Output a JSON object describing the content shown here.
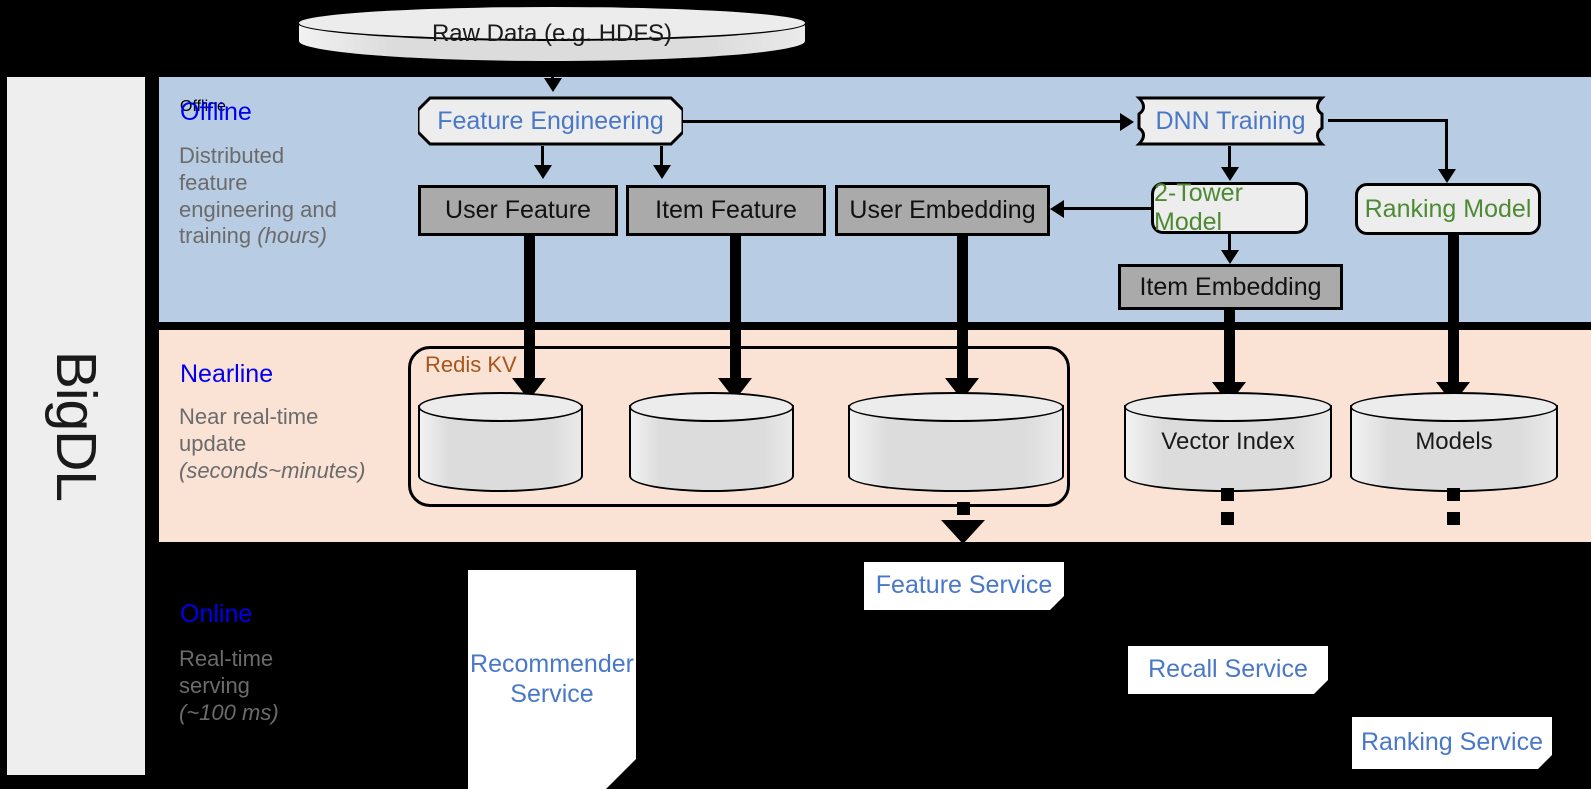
{
  "framework": {
    "name": "BigDL"
  },
  "bands": [
    {
      "id": "offline",
      "title": "Offline",
      "description_line1": "Distributed",
      "description_line2": "feature",
      "description_line3": "engineering and",
      "description_line4": "training ",
      "description_italic": "(hours)",
      "bg_color": "#b8cce4"
    },
    {
      "id": "nearline",
      "title": "Nearline",
      "description_line1": "Near real-time",
      "description_line2": "update",
      "description_italic": "(seconds~minutes)",
      "bg_color": "#fae3d5"
    },
    {
      "id": "online",
      "title": "Online",
      "description_line1": "Real-time",
      "description_line2": "serving",
      "description_italic": "(~100 ms)",
      "bg_color": "#000000"
    }
  ],
  "nodes": {
    "raw_data": {
      "label": "Raw Data (e.g. HDFS)",
      "shape": "cylinder"
    },
    "feature_engineering": {
      "label": "Feature Engineering",
      "shape": "flag",
      "color": "#4a78c8"
    },
    "dnn_training": {
      "label": "DNN Training",
      "shape": "bracket",
      "color": "#4a78c8"
    },
    "user_feature": {
      "label": "User Feature",
      "shape": "rect",
      "color": "#111111"
    },
    "item_feature": {
      "label": "Item Feature",
      "shape": "rect",
      "color": "#111111"
    },
    "user_embedding": {
      "label": "User Embedding",
      "shape": "rect",
      "color": "#111111"
    },
    "two_tower_model": {
      "label": "2-Tower Model",
      "shape": "rounded",
      "color": "#4e8a34"
    },
    "ranking_model": {
      "label": "Ranking Model",
      "shape": "rounded",
      "color": "#4e8a34"
    },
    "item_embedding": {
      "label": "Item Embedding",
      "shape": "rect",
      "color": "#111111"
    },
    "redis_kv": {
      "label": "Redis KV",
      "shape": "rounded-container",
      "color": "#a8551c"
    },
    "store_user_feature": {
      "label": "",
      "shape": "cylinder"
    },
    "store_item_feature": {
      "label": "",
      "shape": "cylinder"
    },
    "store_user_embedding": {
      "label": "",
      "shape": "cylinder"
    },
    "vector_index": {
      "label": "Vector Index",
      "shape": "cylinder",
      "color": "#a8551c"
    },
    "models": {
      "label": "Models",
      "shape": "cylinder",
      "color": "#a8551c"
    },
    "recommender_service": {
      "label_line1": "Recommender",
      "label_line2": "Service",
      "shape": "document",
      "color": "#4a78c8"
    },
    "feature_service": {
      "label": "Feature Service",
      "shape": "document",
      "color": "#4a78c8"
    },
    "recall_service": {
      "label": "Recall Service",
      "shape": "document",
      "color": "#4a78c8"
    },
    "ranking_service": {
      "label": "Ranking Service",
      "shape": "document",
      "color": "#4a78c8"
    }
  },
  "colors": {
    "offline_bg": "#b8cce4",
    "nearline_bg": "#fae3d5",
    "online_bg": "#000000",
    "sidebar_bg": "#eeeeee",
    "band_title": "#0000ee",
    "band_sub": "#6b6b6b",
    "gray_box": "#aaaaaa",
    "light_box": "#ededed",
    "blue_text": "#4a78c8",
    "green_text": "#4e8a34",
    "brown_text": "#a8551c"
  }
}
